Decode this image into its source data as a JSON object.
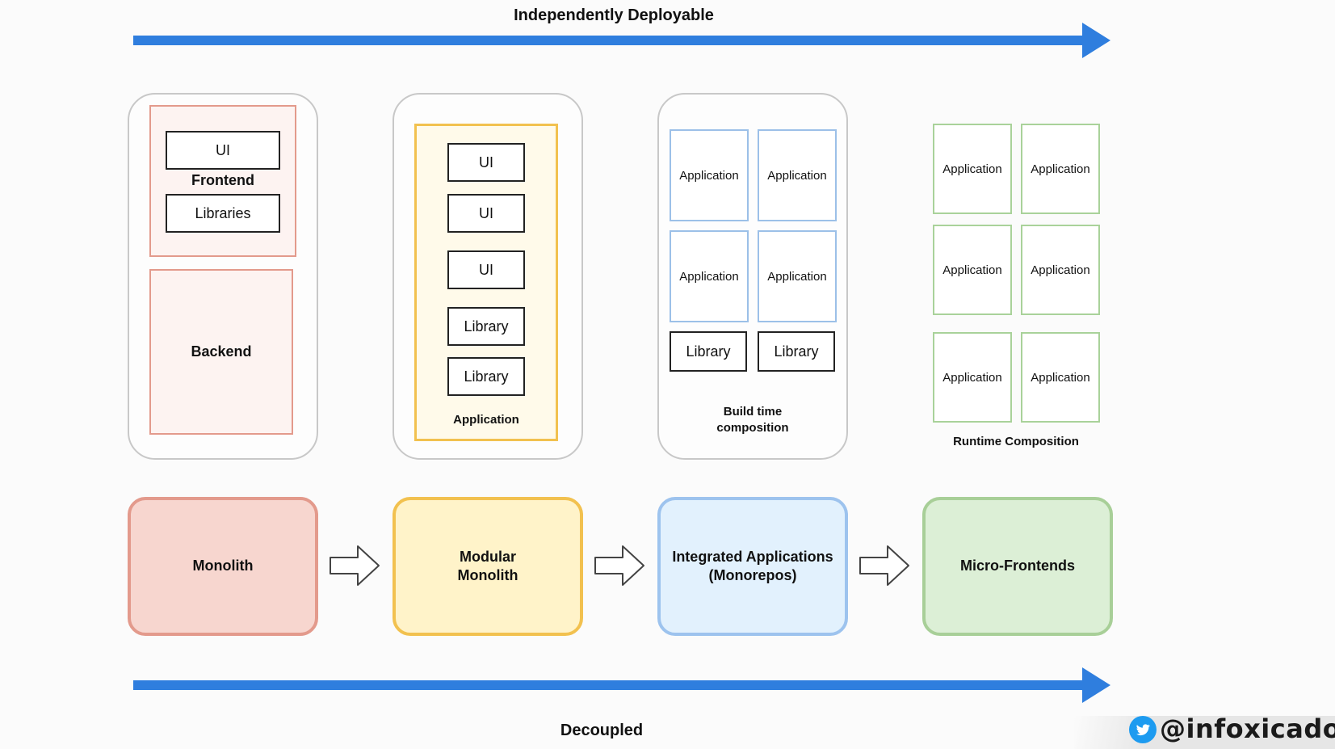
{
  "top_arrow": {
    "label": "Independently Deployable"
  },
  "bottom_arrow": {
    "label": "Decoupled"
  },
  "columns": {
    "monolith": {
      "frontend_label": "Frontend",
      "ui": "UI",
      "libraries": "Libraries",
      "backend_label": "Backend"
    },
    "modular": {
      "items": [
        "UI",
        "UI",
        "UI",
        "Library",
        "Library"
      ],
      "caption": "Application"
    },
    "integrated": {
      "apps": [
        "Application",
        "Application",
        "Application",
        "Application"
      ],
      "libraries": [
        "Library",
        "Library"
      ],
      "caption": "Build time\ncomposition"
    },
    "runtime": {
      "apps": [
        "Application",
        "Application",
        "Application",
        "Application",
        "Application",
        "Application"
      ],
      "caption": "Runtime Composition"
    }
  },
  "stages": [
    {
      "label": "Monolith",
      "fill": "#f7d6cf",
      "stroke": "#e39a8c"
    },
    {
      "label": "Modular\nMonolith",
      "fill": "#fff3c9",
      "stroke": "#f2c14f"
    },
    {
      "label": "Integrated Applications\n(Monorepos)",
      "fill": "#e2f1fd",
      "stroke": "#9dc3ee"
    },
    {
      "label": "Micro-Frontends",
      "fill": "#dcefd6",
      "stroke": "#a8cf98"
    }
  ],
  "colors": {
    "arrow_blue": "#2f7ede",
    "monolith_red": "#e39a8c",
    "modular_yellow": "#f2c14f",
    "twitter_blue": "#1d9bf0"
  },
  "watermark": {
    "handle": "@infoxicador",
    "icon": "twitter-bird-icon"
  }
}
